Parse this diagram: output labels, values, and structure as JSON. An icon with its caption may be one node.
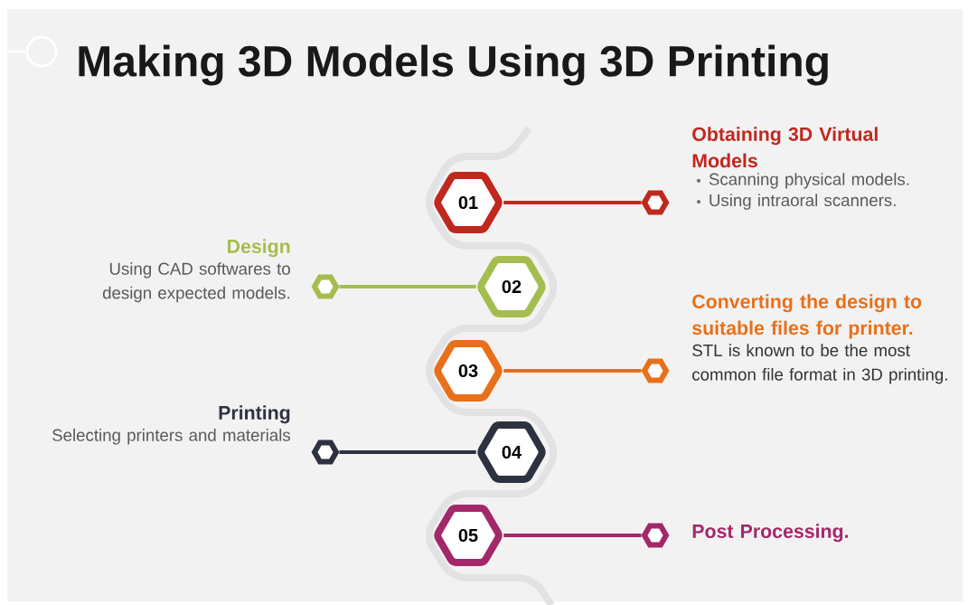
{
  "diagram": {
    "title": "Making 3D Models Using 3D Printing",
    "nodes": [
      {
        "text": [
          "01"
        ]
      },
      {
        "text": [],
        "shape": "hexagon",
        "beside": [
          "Obtaining 3D Virtual Models",
          "Scanning physical models.",
          "Using intraoral scanners."
        ]
      },
      {
        "text": [
          "02"
        ]
      },
      {
        "text": [],
        "shape": "hexagon",
        "beside": [
          "Design",
          "Using CAD softwares to design expected models."
        ]
      },
      {
        "text": [
          "03"
        ]
      },
      {
        "text": [],
        "shape": "hexagon",
        "beside": [
          "Converting the design to suitable files for printer.",
          "STL is known to be the most common file format in 3D printing."
        ]
      },
      {
        "text": [
          "04"
        ]
      },
      {
        "text": [],
        "shape": "hexagon",
        "beside": [
          "Printing",
          "Selecting printers and materials"
        ]
      },
      {
        "text": [
          "05"
        ]
      },
      {
        "text": [],
        "shape": "hexagon",
        "beside": [
          "Post Processing."
        ]
      }
    ],
    "edges": [
      {
        "from": 0,
        "to": 1,
        "arrow": "none",
        "color": "#c0281e"
      },
      {
        "from": 2,
        "to": 3,
        "arrow": "none",
        "color": "#a5bd4e"
      },
      {
        "from": 4,
        "to": 5,
        "arrow": "none",
        "color": "#e8701a"
      },
      {
        "from": 6,
        "to": 7,
        "arrow": "none",
        "color": "#2e3240"
      },
      {
        "from": 8,
        "to": 9,
        "arrow": "none",
        "color": "#a3286a"
      }
    ]
  }
}
